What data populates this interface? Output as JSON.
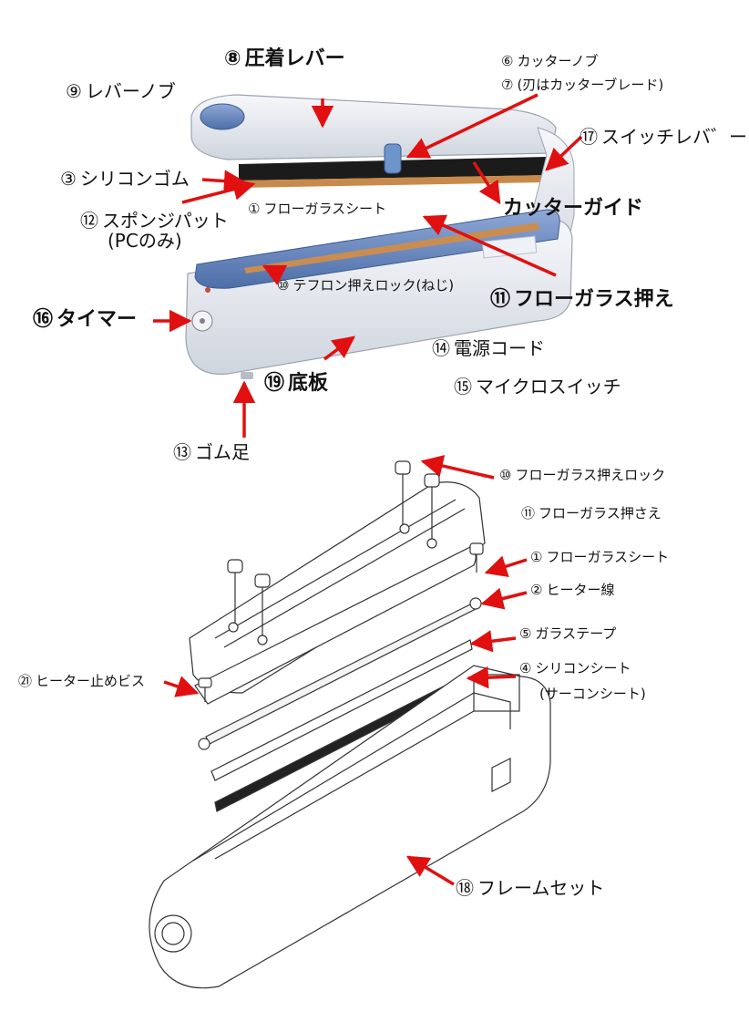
{
  "colors": {
    "arrow": "#e01010",
    "body": "#e9ecf1",
    "accent": "#5f80b8",
    "dark": "#1a1a1a",
    "copper": "#c88a4a"
  },
  "labels": {
    "l8": {
      "num": "⑧",
      "text": "圧着レバー"
    },
    "l9": {
      "num": "⑨",
      "text": "レバーノブ"
    },
    "l6": {
      "num": "⑥",
      "text": "カッターノブ"
    },
    "l7": {
      "num": "⑦",
      "text": "(刃はカッターブレード)"
    },
    "l17": {
      "num": "⑰",
      "text": "スイッチレバ゛ー"
    },
    "l3": {
      "num": "③",
      "text": "シリコンゴム"
    },
    "l12": {
      "num": "⑫",
      "text": "スポンジパット"
    },
    "l12b": "(PCのみ)",
    "l1a": {
      "num": "①",
      "text": "フローガラスシート"
    },
    "guide": "カッターガイド",
    "l10a": {
      "num": "⑩",
      "text": "テフロン押えロック(ねじ)"
    },
    "l11a": {
      "num": "⑪",
      "text": "フローガラス押え"
    },
    "l16": {
      "num": "⑯",
      "text": "タイマー"
    },
    "l14": {
      "num": "⑭",
      "text": "電源コード"
    },
    "l19": {
      "num": "⑲",
      "text": "底板"
    },
    "l15": {
      "num": "⑮",
      "text": "マイクロスイッチ"
    },
    "l13": {
      "num": "⑬",
      "text": "ゴム足"
    },
    "l10b": {
      "num": "⑩",
      "text": "フローガラス押えロック"
    },
    "l11b": {
      "num": "⑪",
      "text": "フローガラス押さえ"
    },
    "l1b": {
      "num": "①",
      "text": "フローガラスシート"
    },
    "l2": {
      "num": "②",
      "text": "ヒーター線"
    },
    "l5": {
      "num": "⑤",
      "text": "ガラステープ"
    },
    "l4": {
      "num": "④",
      "text": "シリコンシート"
    },
    "l4b": "(サーコンシート)",
    "l21": {
      "num": "㉑",
      "text": "ヒーター止めビス"
    },
    "l18": {
      "num": "⑱",
      "text": "フレームセット"
    }
  }
}
